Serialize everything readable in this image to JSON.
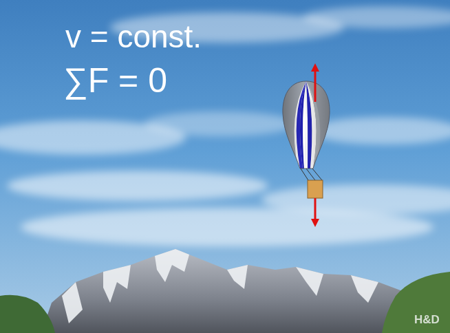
{
  "diagram": {
    "labels": [
      "v = const.",
      "∑F = 0",
      "H&D"
    ]
  }
}
